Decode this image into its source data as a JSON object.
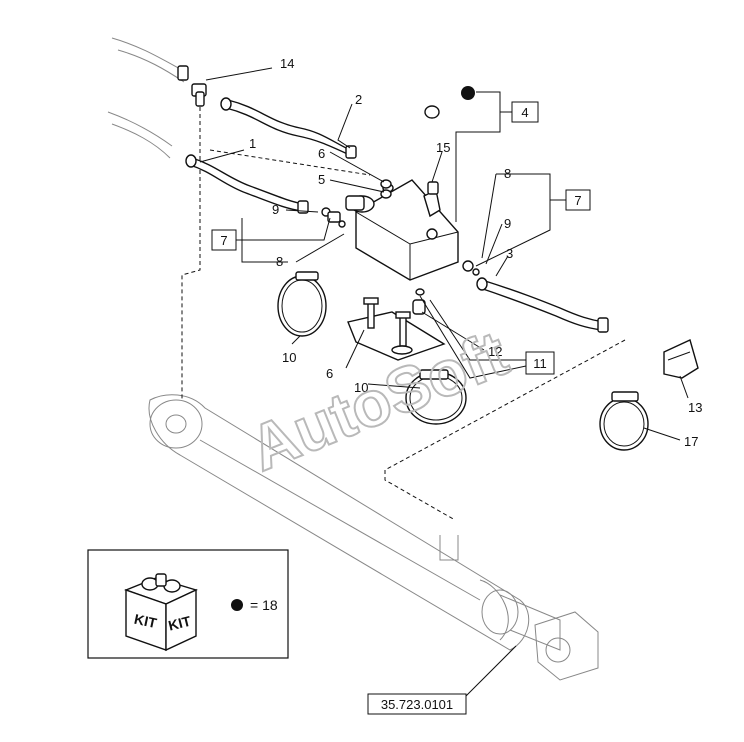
{
  "callouts": {
    "c1": "1",
    "c2": "2",
    "c3": "3",
    "c4": "4",
    "c5": "5",
    "c6a": "6",
    "c6b": "6",
    "c7a": "7",
    "c7b": "7",
    "c8a": "8",
    "c8b": "8",
    "c9a": "9",
    "c9b": "9",
    "c10a": "10",
    "c10b": "10",
    "c11": "11",
    "c12": "12",
    "c13": "13",
    "c14": "14",
    "c15": "15",
    "c17": "17"
  },
  "legend": {
    "kit_word_left": "KIT",
    "kit_word_right": "KIT",
    "dot_equals": "= 18"
  },
  "reference_code": "35.723.0101",
  "watermark": "AutoSoft"
}
